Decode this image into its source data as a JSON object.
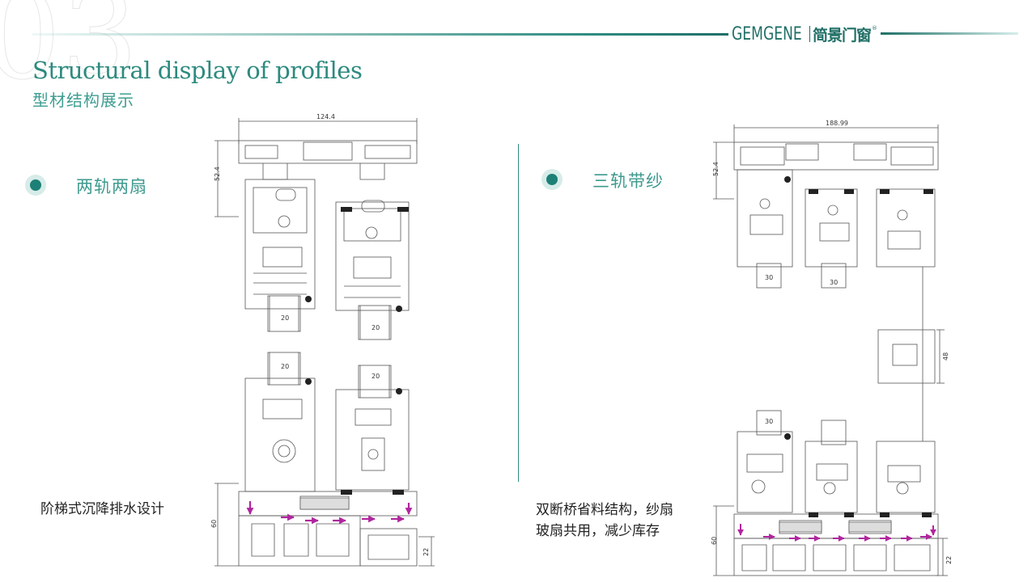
{
  "slide": {
    "page_number": "03",
    "title_en": "Structural display of profiles",
    "title_cn": "型材结构展示"
  },
  "brand": {
    "name_en": "GEMGENE",
    "name_cn": "简景门窗",
    "reg_mark": "®",
    "color": "#1f6f66"
  },
  "left_section": {
    "label": "两轨两扇",
    "caption": "阶梯式沉降排水设计",
    "dims": {
      "width": "124.4",
      "height_top": "52.4",
      "glass_top_left": "20",
      "glass_top_right": "20",
      "glass_bottom_left": "20",
      "glass_bottom_right": "20",
      "height_bottom": "60",
      "step": "22"
    }
  },
  "right_section": {
    "label": "三轨带纱",
    "caption_line1": "双断桥省料结构，纱扇",
    "caption_line2": "玻扇共用，减少库存",
    "dims": {
      "width": "188.99",
      "height_top": "52.4",
      "glass_a": "30",
      "glass_b": "30",
      "glass_c": "30",
      "mid": "48",
      "height_bottom": "60",
      "step": "22"
    }
  },
  "colors": {
    "accent": "#2d8a7e",
    "bullet": "#1d8076",
    "arrow": "#b0259e",
    "line": "#444444"
  }
}
